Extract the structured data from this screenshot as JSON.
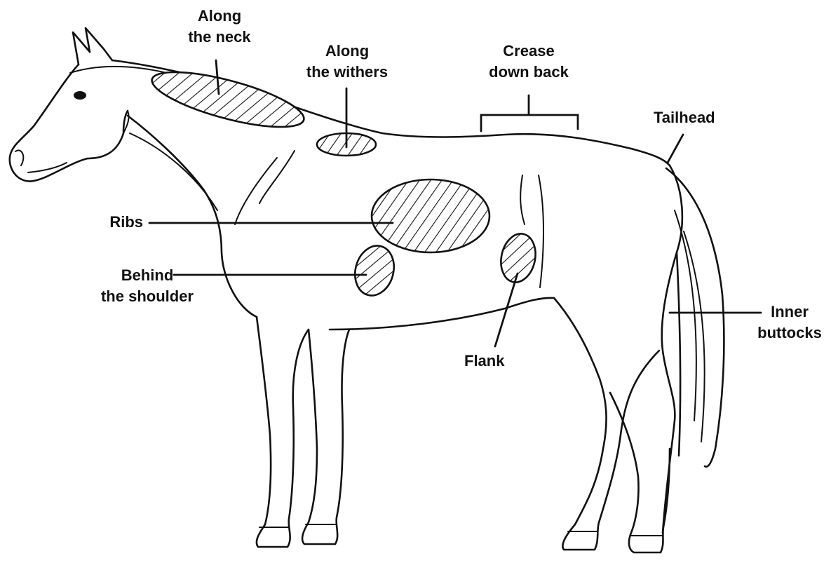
{
  "labels": {
    "neck": [
      "Along",
      "the neck"
    ],
    "withers": [
      "Along",
      "the withers"
    ],
    "crease": [
      "Crease",
      "down back"
    ],
    "tailhead": "Tailhead",
    "ribs": "Ribs",
    "shoulder": [
      "Behind",
      "the shoulder"
    ],
    "flank": "Flank",
    "buttocks": [
      "Inner",
      "buttocks"
    ]
  },
  "colors": {
    "ink": "#111111",
    "background": "#ffffff"
  }
}
